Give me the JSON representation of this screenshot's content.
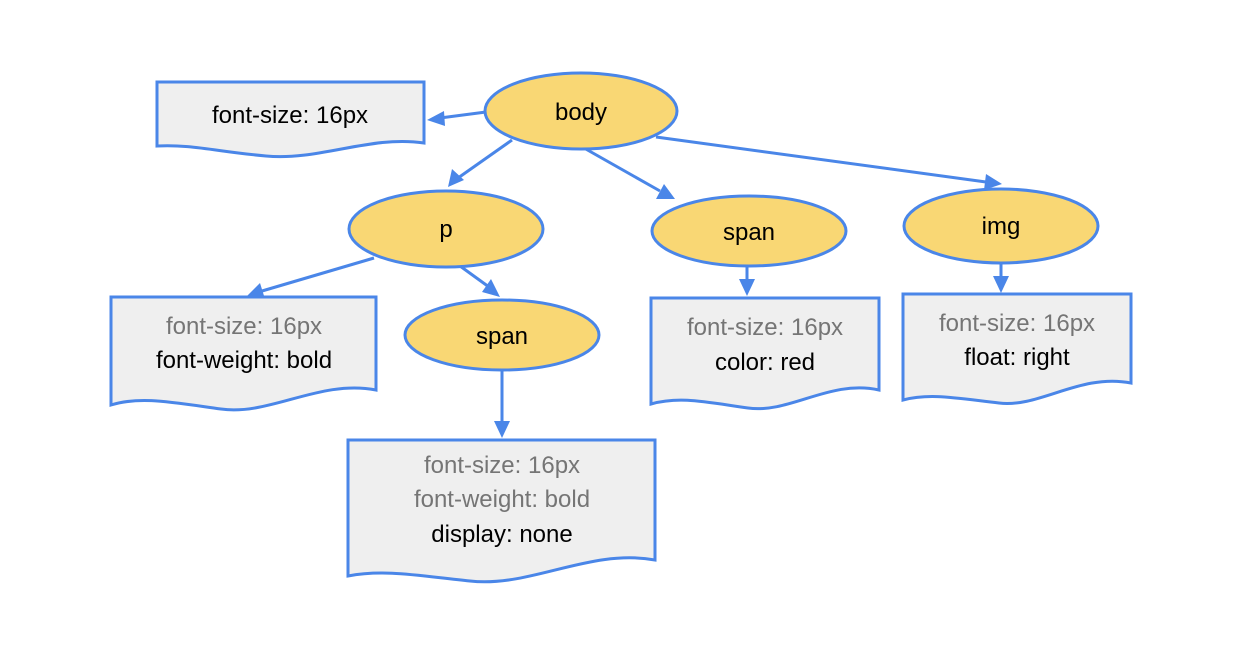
{
  "colors": {
    "node_fill": "#f9d774",
    "outline": "#4a86e8",
    "box_fill": "#efefef",
    "inherited_text": "#757575",
    "own_text": "#000000"
  },
  "nodes": {
    "body": "body",
    "p": "p",
    "span_in_p": "span",
    "span": "span",
    "img": "img"
  },
  "style_boxes": {
    "body": {
      "inherited": [],
      "own": [
        "font-size: 16px"
      ]
    },
    "p": {
      "inherited": [
        "font-size: 16px"
      ],
      "own": [
        "font-weight: bold"
      ]
    },
    "span_in_p": {
      "inherited": [
        "font-size: 16px",
        "font-weight: bold"
      ],
      "own": [
        "display: none"
      ]
    },
    "span": {
      "inherited": [
        "font-size: 16px"
      ],
      "own": [
        "color: red"
      ]
    },
    "img": {
      "inherited": [
        "font-size: 16px"
      ],
      "own": [
        "float: right"
      ]
    }
  }
}
